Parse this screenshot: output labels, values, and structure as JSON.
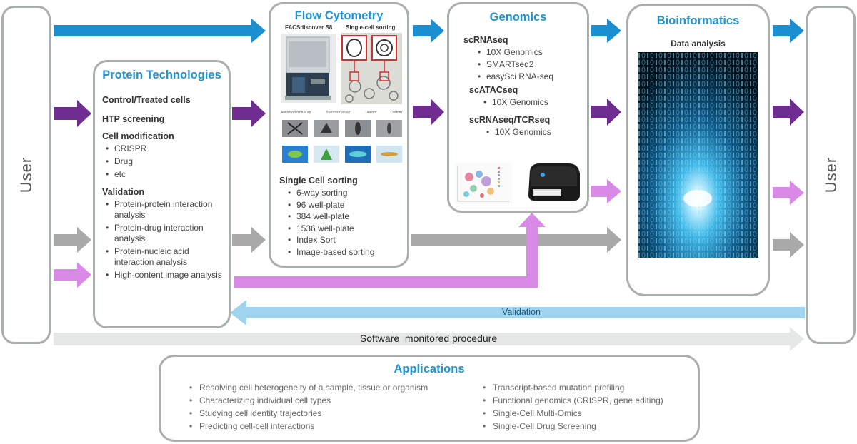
{
  "user_left": "User",
  "user_right": "User",
  "protein": {
    "title": "Protein Technologies",
    "headings": [
      "Control/Treated cells",
      "HTP screening",
      "Cell modification",
      "Validation"
    ],
    "cell_mod_items": [
      "CRISPR",
      "Drug",
      "etc"
    ],
    "validation_items": [
      "Protein-protein interaction analysis",
      "Protein-drug interaction analysis",
      "Protein-nucleic acid interaction analysis",
      "High-content image analysis"
    ]
  },
  "flow": {
    "title": "Flow Cytometry",
    "caption_left": "FACSdiscover S8",
    "caption_right": "Single-cell sorting",
    "thumb_labels": [
      "Ankistrodesmus sp.",
      "Staurastrum sp.",
      "Diatom",
      "Diatom"
    ],
    "sorting_title": "Single Cell sorting",
    "sorting_items": [
      "6-way sorting",
      "96 well-plate",
      "384 well-plate",
      "1536 well-plate",
      "Index Sort",
      "Image-based sorting"
    ]
  },
  "genomics": {
    "title": "Genomics",
    "sections": [
      {
        "name": "scRNAseq",
        "items": [
          "10X Genomics",
          "SMARTseq2",
          "easySci RNA-seq"
        ]
      },
      {
        "name": "scATACseq",
        "items": [
          "10X Genomics"
        ]
      },
      {
        "name": "scRNAseq/TCRseq",
        "items": [
          "10X Genomics"
        ]
      }
    ]
  },
  "bioinformatics": {
    "title": "Bioinformatics",
    "subtitle": "Data analysis"
  },
  "validation_label": "Validation",
  "software_label": "Software  monitored procedure",
  "applications": {
    "title": "Applications",
    "left": [
      "Resolving cell heterogeneity of a sample, tissue or organism",
      "Characterizing individual cell types",
      "Studying cell identity trajectories",
      "Predicting cell-cell interactions"
    ],
    "right": [
      "Transcript-based mutation profiling",
      "Functional genomics (CRISPR, gene editing)",
      "Single-Cell Multi-Omics",
      "Single-Cell Drug Screening"
    ]
  },
  "colors": {
    "blue": "#1b8fd0",
    "purple": "#6f2d91",
    "gray": "#a9a9a9",
    "pink": "#d98ae6",
    "light_blue": "#9fd4ef",
    "light_gray": "#e6e8e8",
    "title_blue": "#1f94d2",
    "border": "#a8afad"
  }
}
